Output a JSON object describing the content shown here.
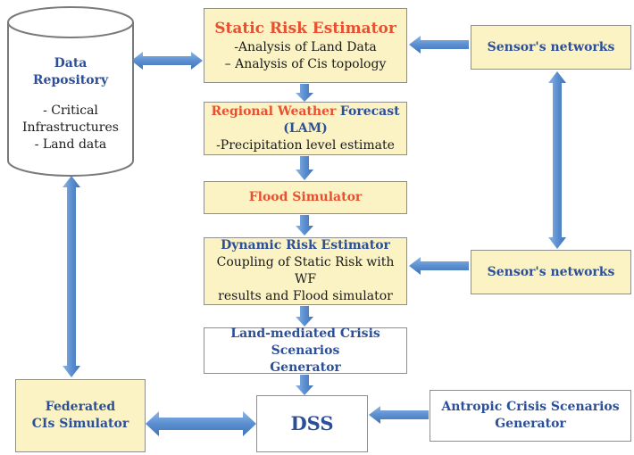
{
  "repository": {
    "title_line1": "Data",
    "title_line2": "Repository",
    "items": [
      "- Critical",
      "Infrastructures",
      "- Land data"
    ]
  },
  "static_risk": {
    "title": "Static Risk Estimator",
    "line1": "-Analysis of Land Data",
    "line2": "– Analysis of Cis topology"
  },
  "weather": {
    "title_part_red": "Regional Weather",
    "title_part_blue": "Forecast",
    "line2": "(LAM)",
    "line3": "-Precipitation level estimate"
  },
  "flood": {
    "title": "Flood Simulator"
  },
  "dynamic_risk": {
    "title": "Dynamic Risk Estimator",
    "line1": "Coupling of Static Risk with WF",
    "line2": "results and Flood simulator"
  },
  "land_mediated": {
    "line1": "Land-mediated Crisis Scenarios",
    "line2": "Generator"
  },
  "sensors_top": {
    "label": "Sensor's networks"
  },
  "sensors_bottom": {
    "label": "Sensor's networks"
  },
  "federated": {
    "line1": "Federated",
    "line2": "CIs Simulator"
  },
  "dss": {
    "label": "DSS"
  },
  "antropic": {
    "line1": "Antropic Crisis Scenarios",
    "line2": "Generator"
  },
  "colors": {
    "arrow": "#5b8fd0",
    "cream_fill": "#fbf3c4",
    "title_blue": "#2c4f99",
    "title_red": "#e8502f",
    "border": "#8e8e8e"
  }
}
